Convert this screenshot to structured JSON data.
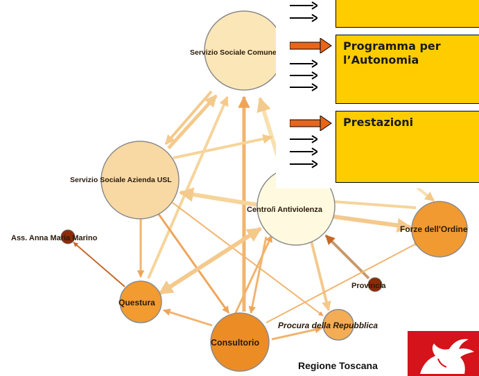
{
  "network": {
    "nodes": [
      {
        "id": "servizio-sociale-comune",
        "label": "Servizio Sociale Comune",
        "color": "#fbe6b8"
      },
      {
        "id": "servizio-sociale-usl",
        "label": "Servizio Sociale Azienda USL",
        "color": "#f8d9a4"
      },
      {
        "id": "centro-antiviolenza",
        "label": "Centro/i Antiviolenza",
        "color": "#fffadf"
      },
      {
        "id": "forze-ordine",
        "label": "Forze dell'Ordine",
        "color": "#f19a32"
      },
      {
        "id": "ass-marino",
        "label": "Ass. Anna Maria Marino",
        "color": "#8e2a06"
      },
      {
        "id": "questura",
        "label": "Questura",
        "color": "#f29b31"
      },
      {
        "id": "provincia",
        "label": "Provincia",
        "color": "#8e2a06"
      },
      {
        "id": "consultorio",
        "label": "Consultorio",
        "color": "#ec8c25"
      },
      {
        "id": "procura",
        "label": "Procura della Repubblica",
        "color": "#f5ad55"
      }
    ]
  },
  "overlay": {
    "boxes": [
      {
        "label": ""
      },
      {
        "label": "Programma per\nl’Autonomia"
      },
      {
        "label": "Prestazioni"
      }
    ]
  },
  "footer": {
    "region_name": "Regione Toscana"
  },
  "colors": {
    "box_fill": "#ffcc00",
    "highlight_arrow": "#e8651a",
    "logo_red": "#d4131a"
  }
}
